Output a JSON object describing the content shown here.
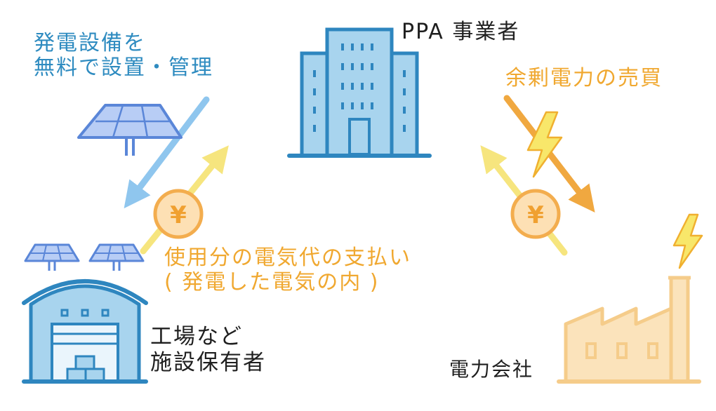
{
  "labels": {
    "supply_line1": "発電設備を",
    "supply_line2": "無料で設置・管理",
    "ppa_operator": "PPA 事業者",
    "surplus_trade": "余剰電力の売買",
    "payment_line1": "使用分の電気代の支払い",
    "payment_line2": "( 発電した電気の内 )",
    "factory_line1": "工場など",
    "factory_line2": "施設保有者",
    "utility": "電力会社"
  },
  "currency_symbol": "¥",
  "colors": {
    "blue_text": "#2e8bc0",
    "orange_text": "#f0a830",
    "building_fill": "#a8d4ee",
    "building_stroke": "#2e86bf",
    "solar_fill": "#b8cdf5",
    "solar_stroke": "#5a86d8",
    "arrow_blue": "#8fc6ee",
    "arrow_yellow": "#f6e57e",
    "arrow_orange": "#f0a840",
    "coin_fill": "#fde0b4",
    "coin_stroke": "#f3ad4e",
    "factory_fill": "#fbe3bb",
    "factory_stroke": "#f5cc8a"
  },
  "icons": [
    "ppa-building-icon",
    "solar-panel-icon",
    "factory-building-icon",
    "power-plant-icon",
    "yen-coin-icon",
    "lightning-icon"
  ]
}
